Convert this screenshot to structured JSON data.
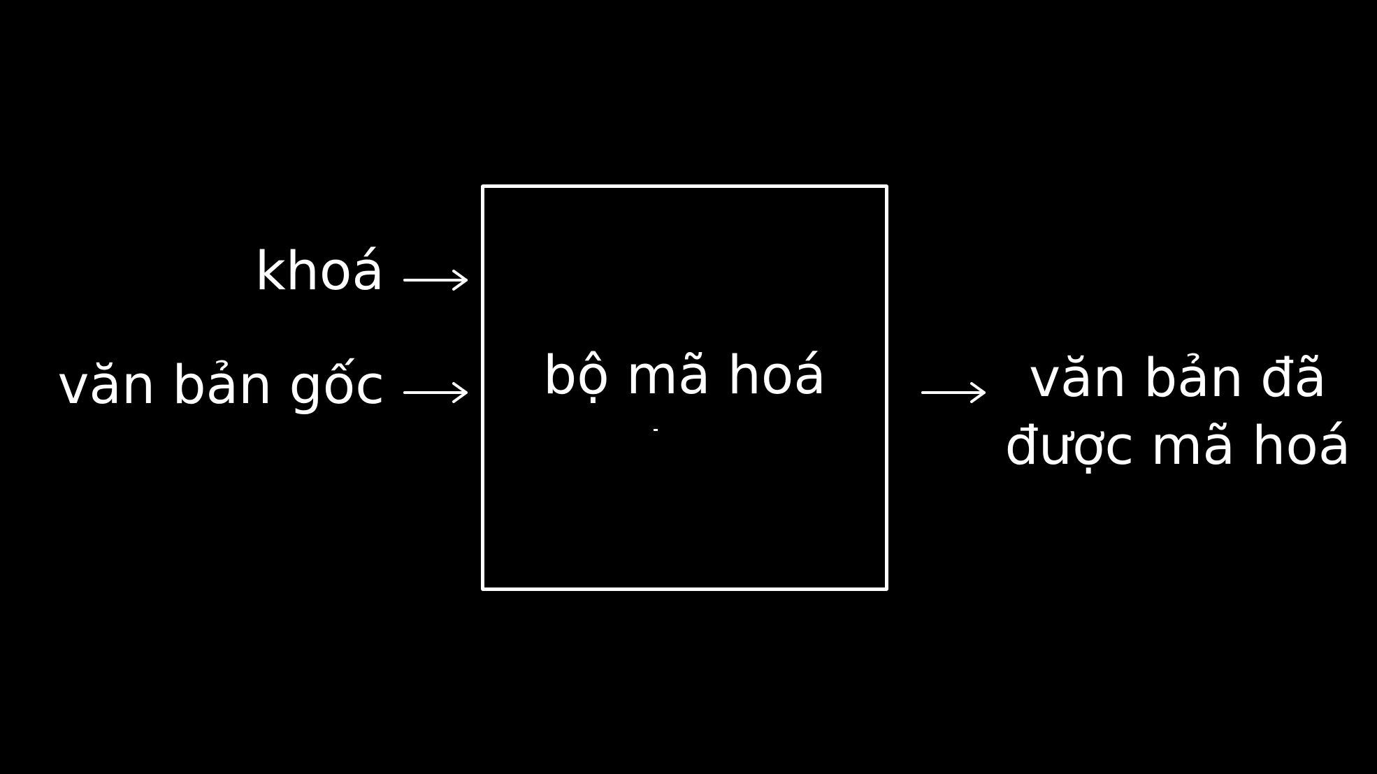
{
  "diagram": {
    "inputs": [
      {
        "id": "key",
        "label": "khoá"
      },
      {
        "id": "plaintext",
        "label": "văn bản gốc"
      }
    ],
    "process": {
      "label": "bộ mã hoá",
      "mark": "-"
    },
    "output": {
      "lines": [
        "văn bản đã",
        "được mã hoá"
      ]
    },
    "colors": {
      "background": "#000000",
      "foreground": "#ffffff"
    },
    "connectors": [
      {
        "from": "key",
        "to": "encoder",
        "icon": "right-arrow-icon"
      },
      {
        "from": "plaintext",
        "to": "encoder",
        "icon": "right-arrow-icon"
      },
      {
        "from": "encoder",
        "to": "output",
        "icon": "right-arrow-icon"
      }
    ]
  }
}
